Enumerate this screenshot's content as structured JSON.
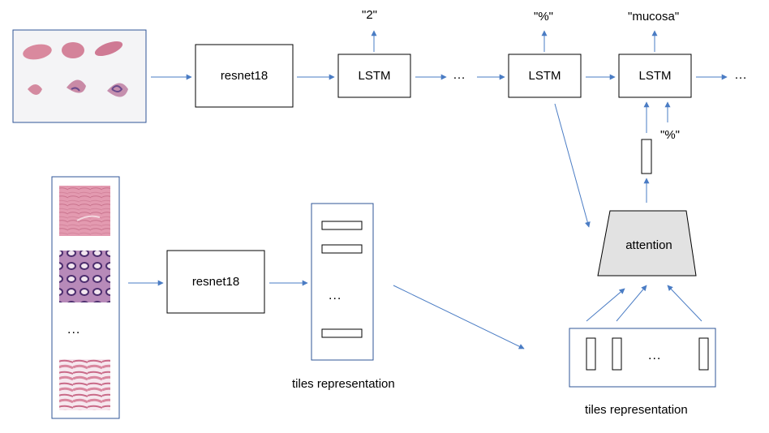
{
  "top_row": {
    "encoder_label": "resnet18",
    "lstm_label": "LSTM",
    "ellipsis": "…",
    "outputs": [
      "\"2\"",
      "\"%\"",
      "\"mucosa\""
    ],
    "input_token": "\"%\""
  },
  "bottom_row": {
    "encoder_label": "resnet18",
    "tiles_ellipsis": "...",
    "vector_ellipsis": "...",
    "caption": "tiles representation"
  },
  "attention": {
    "label": "attention",
    "tiles_ellipsis": "...",
    "caption": "tiles representation"
  },
  "colors": {
    "arrow": "#4a7cc4",
    "panel_border": "#2f5597",
    "attention_fill": "#e2e2e2",
    "tissue_pink": "#d9899e",
    "tissue_purple": "#7a5a98"
  },
  "icons": [
    "slide-thumbnail-image",
    "tissue-tile-image"
  ]
}
